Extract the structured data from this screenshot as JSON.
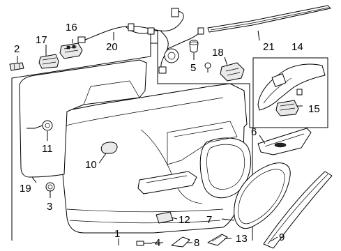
{
  "callouts": {
    "c1": "1",
    "c2": "2",
    "c3": "3",
    "c4": "4",
    "c5": "5",
    "c6": "6",
    "c7": "7",
    "c8": "8",
    "c9": "9",
    "c10": "10",
    "c11": "11",
    "c12": "12",
    "c13": "13",
    "c14": "14",
    "c15": "15",
    "c16": "16",
    "c17": "17",
    "c18": "18",
    "c19": "19",
    "c20": "20",
    "c21": "21"
  }
}
